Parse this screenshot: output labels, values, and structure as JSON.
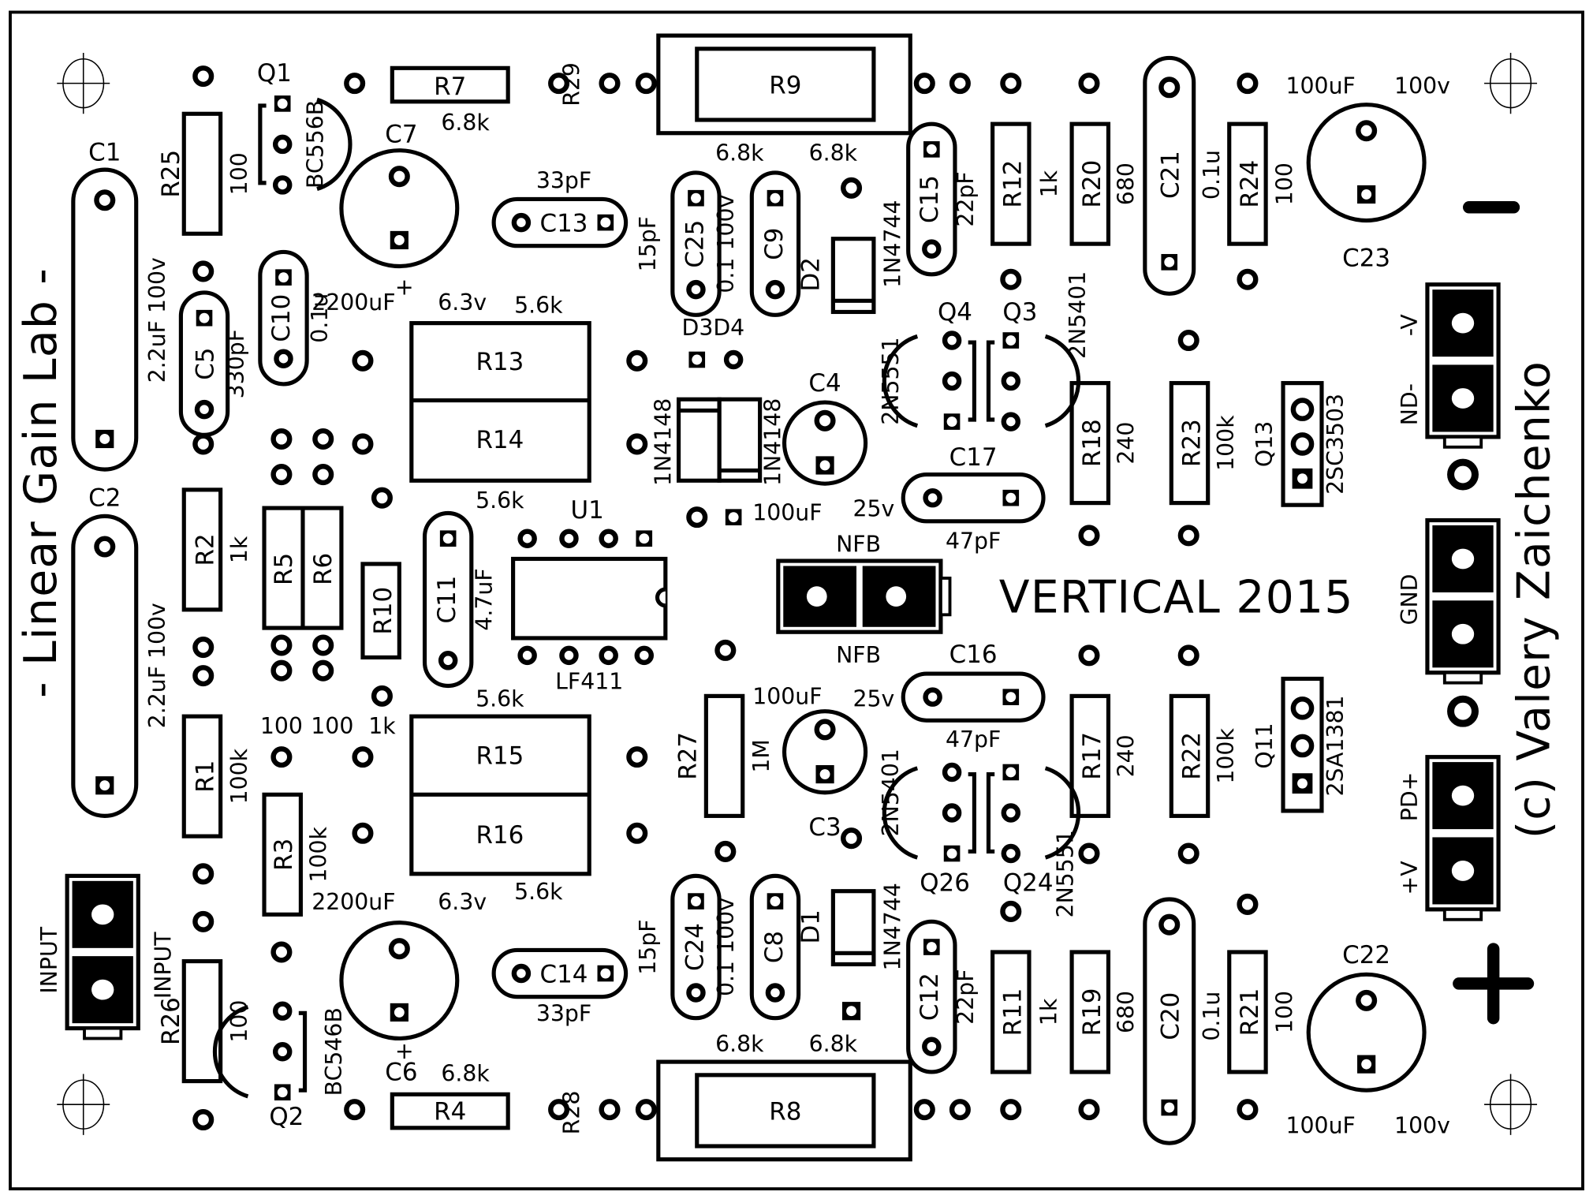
{
  "board": {
    "title": "- Linear Gain Lab -",
    "subtitle": "VERTICAL 2015",
    "author": "(c) Valery Zaichenko",
    "polarity_minus": "−",
    "polarity_plus": "+",
    "colors": {
      "silkscreen": "#000000",
      "background": "#ffffff"
    }
  },
  "connectors": {
    "power_top": {
      "pin_labels": [
        "-V",
        "ND-"
      ]
    },
    "gnd": {
      "pin_labels": [
        "GND"
      ]
    },
    "power_bottom": {
      "pin_labels": [
        "PD+",
        "+V"
      ]
    },
    "input": {
      "left_label": "INPUT",
      "right_label": "INPUT"
    },
    "nfb": {
      "top_label": "NFB",
      "bottom_label": "NFB"
    }
  },
  "components": {
    "C1": {
      "ref": "C1",
      "value": "2.2uF 100v"
    },
    "C2": {
      "ref": "C2",
      "value": "2.2uF 100v"
    },
    "C3": {
      "ref": "C3",
      "value": "100uF 25v"
    },
    "C4": {
      "ref": "C4",
      "value": "100uF 25v"
    },
    "C5": {
      "ref": "C5",
      "value": "330pF"
    },
    "C6": {
      "ref": "C6",
      "value": "2200uF 6.3v"
    },
    "C7": {
      "ref": "C7",
      "value": "2200uF 6.3v"
    },
    "C8": {
      "ref": "C8",
      "value": "0.1 100v"
    },
    "C9": {
      "ref": "C9",
      "value": "0.1 100v"
    },
    "C10": {
      "ref": "C10",
      "value": "0.1u"
    },
    "C11": {
      "ref": "C11",
      "value": "4.7uF"
    },
    "C12": {
      "ref": "C12",
      "value": "22pF"
    },
    "C13": {
      "ref": "C13",
      "value": "33pF"
    },
    "C14": {
      "ref": "C14",
      "value": "33pF"
    },
    "C15": {
      "ref": "C15",
      "value": "22pF"
    },
    "C16": {
      "ref": "C16",
      "value": "47pF"
    },
    "C17": {
      "ref": "C17",
      "value": "47pF"
    },
    "C20": {
      "ref": "C20",
      "value": "0.1u"
    },
    "C21": {
      "ref": "C21",
      "value": "0.1u"
    },
    "C22": {
      "ref": "C22",
      "value": "100uF 100v"
    },
    "C23": {
      "ref": "C23",
      "value": "100uF 100v"
    },
    "C24": {
      "ref": "C24",
      "value": "15pF"
    },
    "C25": {
      "ref": "C25",
      "value": "15pF"
    },
    "R1": {
      "ref": "R1",
      "value": "100k"
    },
    "R2": {
      "ref": "R2",
      "value": "1k"
    },
    "R3": {
      "ref": "R3",
      "value": "100k"
    },
    "R4": {
      "ref": "R4",
      "value": "6.8k"
    },
    "R5": {
      "ref": "R5",
      "value": "100"
    },
    "R6": {
      "ref": "R6",
      "value": "100"
    },
    "R7": {
      "ref": "R7",
      "value": "6.8k"
    },
    "R8": {
      "ref": "R8",
      "value": "6.8k 6.8k"
    },
    "R9": {
      "ref": "R9",
      "value": "6.8k 6.8k"
    },
    "R10": {
      "ref": "R10",
      "value": "1k"
    },
    "R11": {
      "ref": "R11",
      "value": "1k"
    },
    "R12": {
      "ref": "R12",
      "value": "1k"
    },
    "R13": {
      "ref": "R13",
      "value": "5.6k"
    },
    "R14": {
      "ref": "R14",
      "value": "5.6k"
    },
    "R15": {
      "ref": "R15",
      "value": "5.6k"
    },
    "R16": {
      "ref": "R16",
      "value": "5.6k"
    },
    "R17": {
      "ref": "R17",
      "value": "240"
    },
    "R18": {
      "ref": "R18",
      "value": "240"
    },
    "R19": {
      "ref": "R19",
      "value": "680"
    },
    "R20": {
      "ref": "R20",
      "value": "680"
    },
    "R21": {
      "ref": "R21",
      "value": "100"
    },
    "R22": {
      "ref": "R22",
      "value": "100k"
    },
    "R23": {
      "ref": "R23",
      "value": "100k"
    },
    "R24": {
      "ref": "R24",
      "value": "100"
    },
    "R25": {
      "ref": "R25",
      "value": "100"
    },
    "R26": {
      "ref": "R26",
      "value": "100"
    },
    "R27": {
      "ref": "R27",
      "value": "1M"
    },
    "R28": {
      "ref": "R28",
      "value": ""
    },
    "R29": {
      "ref": "R29",
      "value": ""
    },
    "Q1": {
      "ref": "Q1",
      "value": "BC556B"
    },
    "Q2": {
      "ref": "Q2",
      "value": "BC546B"
    },
    "Q3": {
      "ref": "Q3",
      "value": "2N5401"
    },
    "Q4": {
      "ref": "Q4",
      "value": "2N5551"
    },
    "Q11": {
      "ref": "Q11",
      "value": "2SA1381"
    },
    "Q13": {
      "ref": "Q13",
      "value": "2SC3503"
    },
    "Q24": {
      "ref": "Q24",
      "value": "2N5551"
    },
    "Q26": {
      "ref": "Q26",
      "value": "2N5401"
    },
    "D1": {
      "ref": "D1",
      "value": "1N4744"
    },
    "D2": {
      "ref": "D2",
      "value": "1N4744"
    },
    "D3": {
      "ref": "D3",
      "value": "1N4148"
    },
    "D4": {
      "ref": "D4",
      "value": "1N4148"
    },
    "U1": {
      "ref": "U1",
      "value": "LF411"
    }
  },
  "text_labels": {
    "t_r7_val": "6.8k",
    "t_r4_val": "6.8k",
    "t_r9_val_a": "6.8k",
    "t_r9_val_b": "6.8k",
    "t_r8_val_a": "6.8k",
    "t_r8_val_b": "6.8k",
    "t_c7_val": "2200uF",
    "t_c7_v": "6.3v",
    "t_c6_val": "2200uF",
    "t_c6_v": "6.3v",
    "t_r13_val": "5.6k",
    "t_r14_val": "5.6k",
    "t_r15_val": "5.6k",
    "t_r16_val": "5.6k",
    "t_c4_val": "100uF",
    "t_c4_v": "25v",
    "t_c3_val": "100uF",
    "t_c3_v": "25v",
    "t_c23_val": "100uF",
    "t_c23_v": "100v",
    "t_c22_val": "100uF",
    "t_c22_v": "100v",
    "t_d3d4": "D3D4",
    "t_r5_val": "100",
    "t_r6_val": "100",
    "t_r10_val": "1k"
  }
}
